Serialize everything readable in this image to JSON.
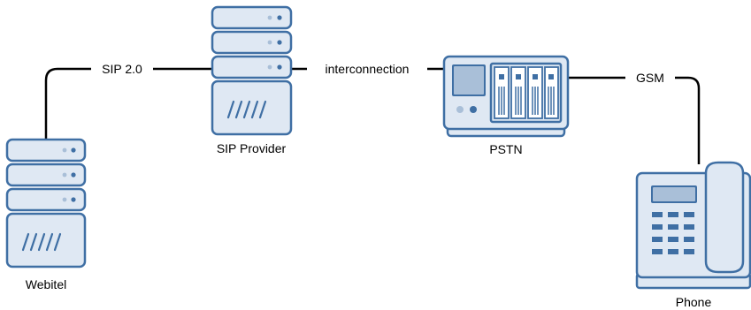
{
  "nodes": {
    "webitel": {
      "label": "Webitel",
      "icon": "server-icon"
    },
    "sip_provider": {
      "label": "SIP Provider",
      "icon": "server-icon"
    },
    "pstn": {
      "label": "PSTN",
      "icon": "telephone-exchange-icon"
    },
    "phone": {
      "label": "Phone",
      "icon": "desk-phone-icon"
    }
  },
  "edges": {
    "webitel_sip": {
      "label": "SIP 2.0"
    },
    "sip_pstn": {
      "label": "interconnection"
    },
    "pstn_phone": {
      "label": "GSM"
    }
  },
  "colors": {
    "icon_stroke": "#3f6fa4",
    "icon_fill": "#dfe8f3",
    "connector": "#000000"
  }
}
